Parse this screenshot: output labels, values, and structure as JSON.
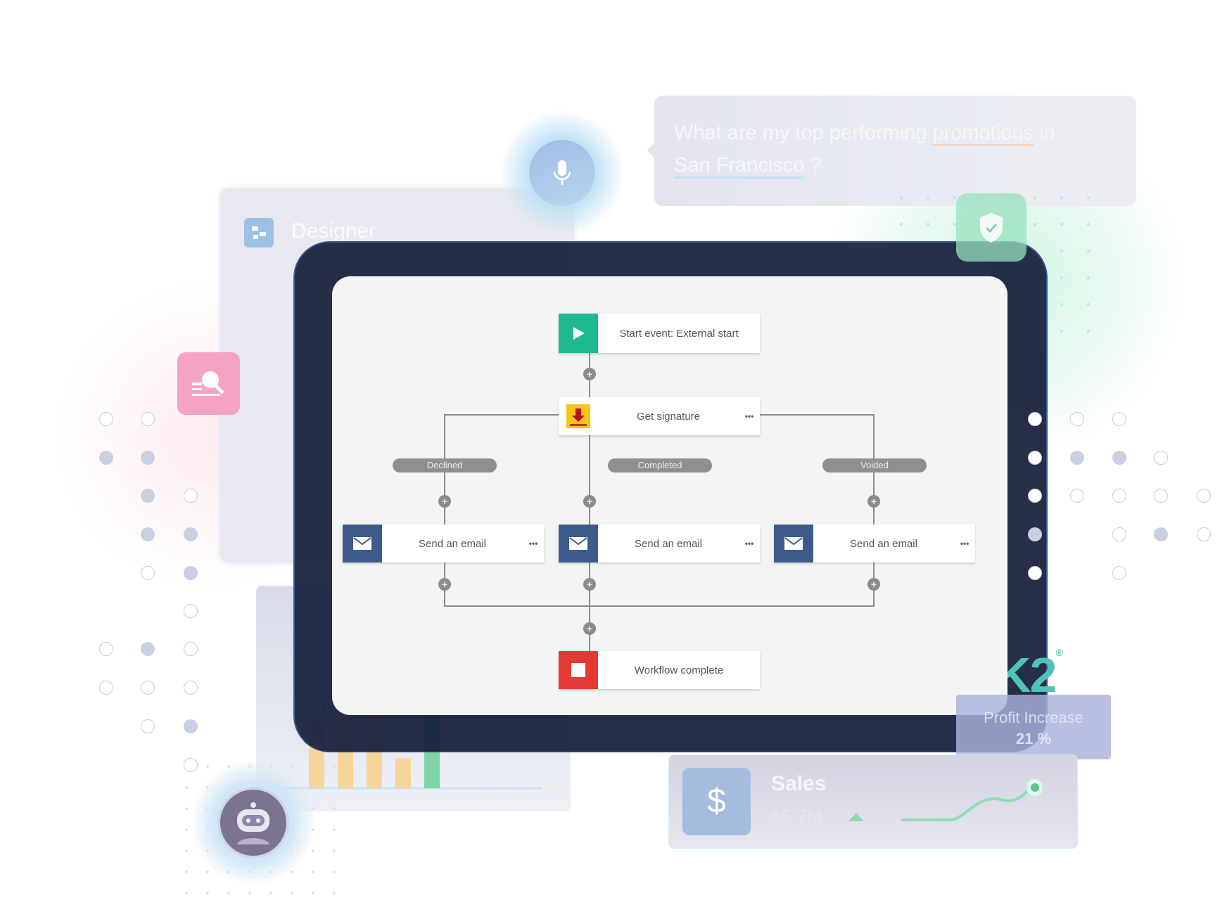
{
  "question": {
    "prefix": "What are my top performing ",
    "highlight": "promotions",
    "suffix": " in",
    "line2_place": "San Francisco",
    "line2_end": " ?"
  },
  "designer": {
    "title": "Designer"
  },
  "workflow": {
    "start": "Start event: External start",
    "signature": "Get signature",
    "branches": [
      {
        "label": "Declined",
        "action": "Send an email"
      },
      {
        "label": "Completed",
        "action": "Send an email"
      },
      {
        "label": "Voided",
        "action": "Send an email"
      }
    ],
    "end": "Workflow complete",
    "more": "•••",
    "plus": "+"
  },
  "logo": {
    "text": "K2",
    "mark": "®"
  },
  "profit": {
    "label": "Profit Increase",
    "value": "21 %"
  },
  "sales": {
    "label": "Sales",
    "value": "$6.7M",
    "icon": "$"
  },
  "mini_chart": {
    "bars": [
      55,
      65,
      65,
      25,
      65
    ],
    "line": [
      28,
      60,
      40,
      60,
      67
    ],
    "bar_colors": [
      "#f6d59a",
      "#f6d59a",
      "#f6d59a",
      "#f6d59a",
      "#7fd4a6"
    ]
  },
  "colors": {
    "start": "#1fb88f",
    "signature": "#f5c518",
    "email": "#3d5a8a",
    "end": "#e53935",
    "accent": "#4fc3b7"
  }
}
